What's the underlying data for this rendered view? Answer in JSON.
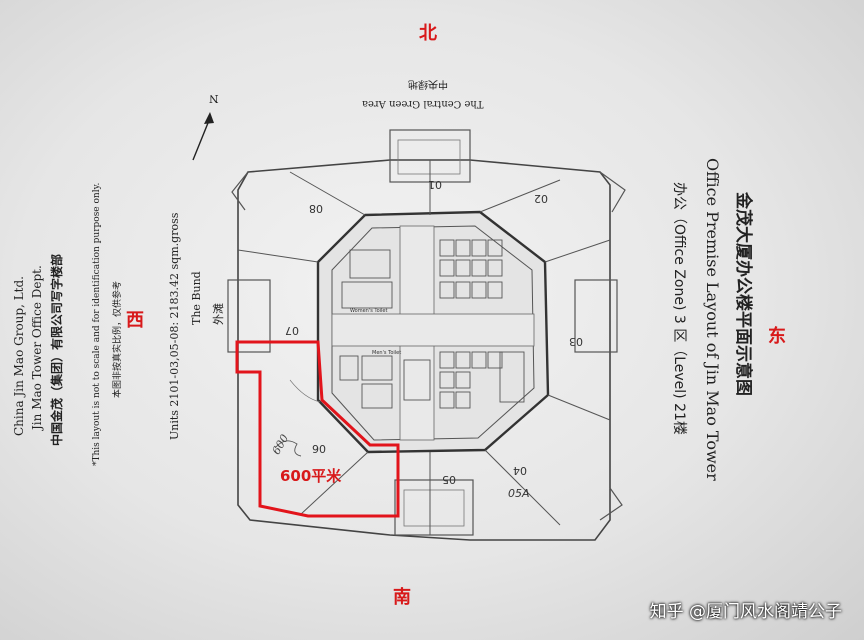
{
  "directions": {
    "north": "北",
    "south": "南",
    "east": "东",
    "west": "西"
  },
  "compass": {
    "n": "N"
  },
  "title": {
    "cn": "金茂大厦办公楼平面示意图",
    "en": "Office Premise Layout of Jin Mao Tower",
    "zone": "办公（Office Zone) 3 区（Level) 21楼"
  },
  "top_area": {
    "cn": "中央绿地",
    "en": "The Central Green Area"
  },
  "bottom_area": {
    "units": "Units 2101-03,05-08:  2183.42 sqm.gross",
    "bund_en": "The Bund",
    "bund_cn": "外滩"
  },
  "disclaimer": {
    "en": "*This layout is not to scale and for identification purpose only.",
    "cn": "本图非按真实比例，仅供参考"
  },
  "company": {
    "line1_cn": "中国金茂（集团）有限公司写字楼部",
    "line2": "Jin Mao Tower Office Dept.",
    "line3": "China Jin Mao Group, Ltd."
  },
  "units": [
    "01",
    "02",
    "03",
    "04",
    "05",
    "06",
    "07",
    "08"
  ],
  "handwritten": {
    "unit05a": "05A",
    "note": "600"
  },
  "highlight": {
    "label": "600平米",
    "color": "#e2141b"
  },
  "core_labels": [
    "Women's Toilet",
    "Men's Toilet"
  ],
  "watermark": "知乎 @厦门风水阁靖公子"
}
